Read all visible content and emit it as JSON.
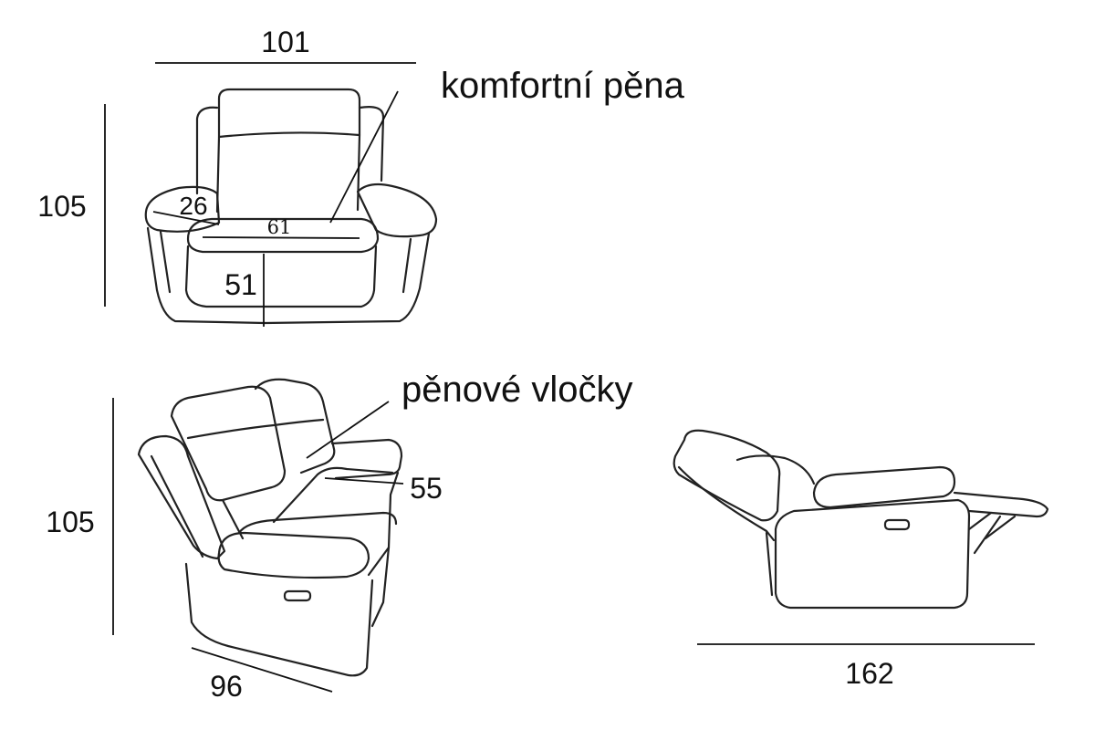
{
  "front_view": {
    "width": "101",
    "height": "105",
    "armrest_width": "26",
    "seat_width": "61",
    "seat_height": "51",
    "callout": "komfortní pěna"
  },
  "perspective_view": {
    "height": "105",
    "depth": "96",
    "arm_height": "55",
    "callout": "pěnové vločky"
  },
  "side_view": {
    "reclined_length": "162"
  }
}
